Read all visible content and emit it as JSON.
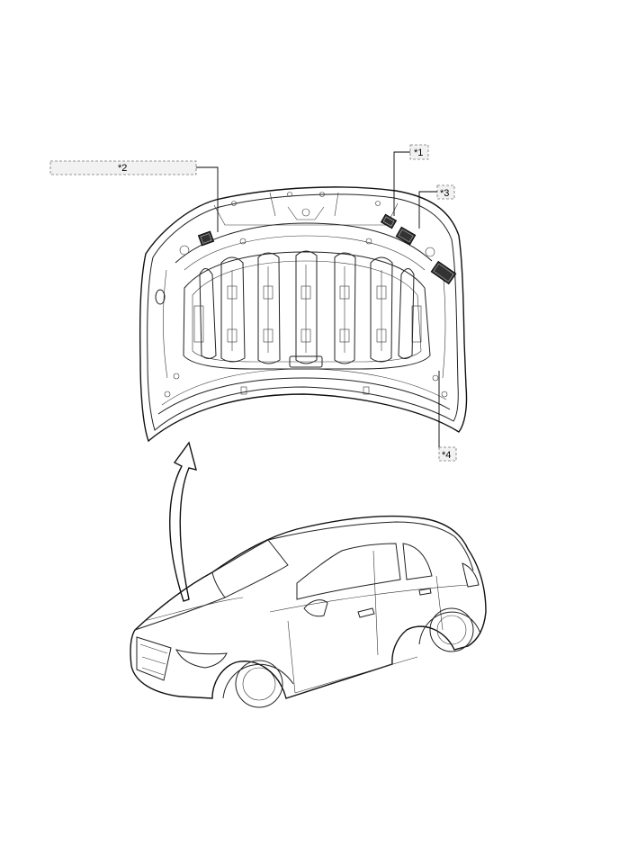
{
  "callouts": [
    {
      "id": "1",
      "text": "*1"
    },
    {
      "id": "2",
      "text": "*2"
    },
    {
      "id": "3",
      "text": "*3"
    },
    {
      "id": "4",
      "text": "*4"
    }
  ],
  "colors": {
    "line": "#222222",
    "label_fill": "#333333",
    "callout_fill": "#f2f2f2"
  }
}
